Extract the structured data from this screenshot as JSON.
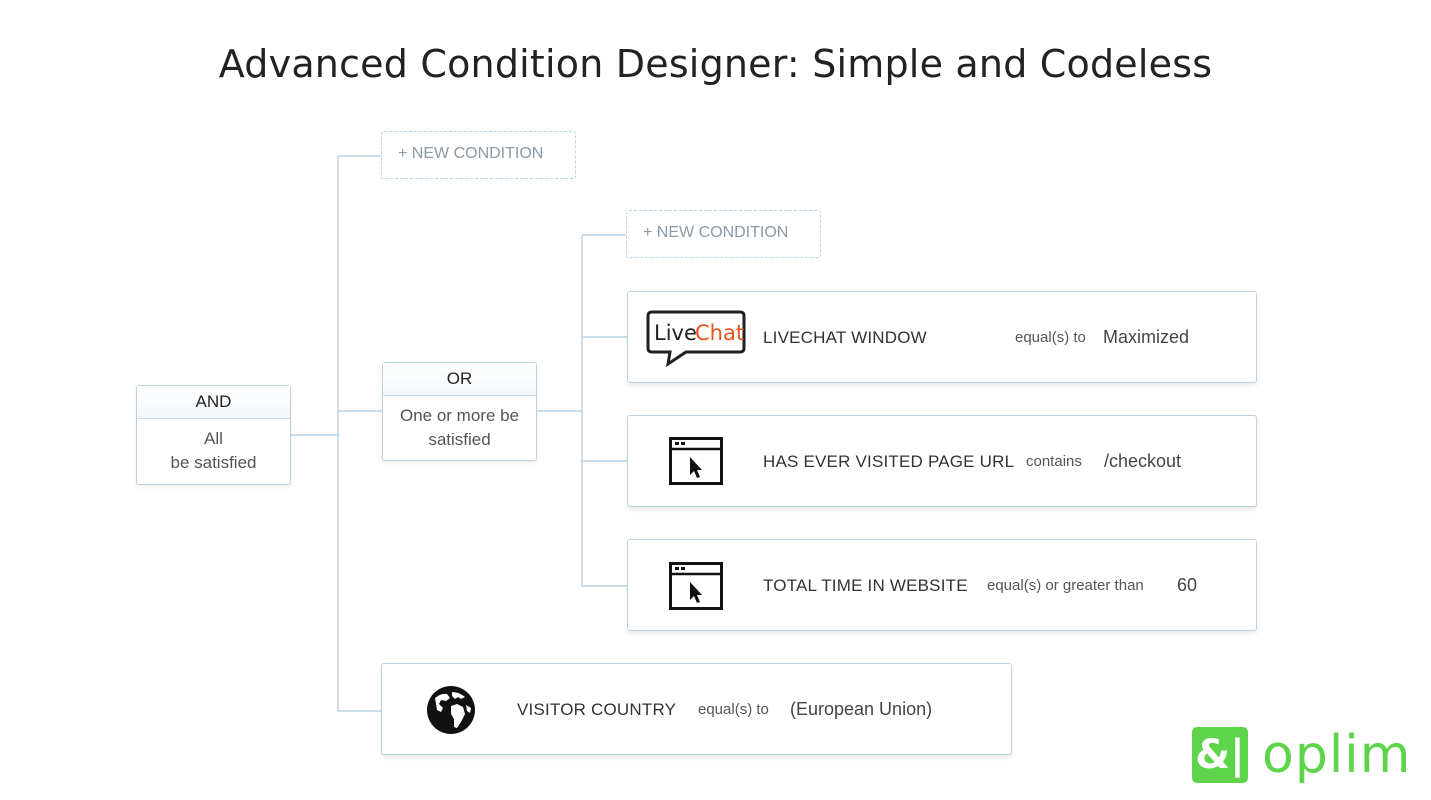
{
  "title": "Advanced Condition Designer: Simple and Codeless",
  "and_group": {
    "header": "AND",
    "line1": "All",
    "line2": "be satisfied"
  },
  "or_group": {
    "header": "OR",
    "line1": "One or more be",
    "line2": "satisfied"
  },
  "new_condition_label": "+ NEW CONDITION",
  "conditions": [
    {
      "icon": "livechat-logo-icon",
      "logo_text_a": "Live",
      "logo_text_b": "Chat",
      "field": "LIVECHAT WINDOW",
      "operator": "equal(s) to",
      "value": "Maximized"
    },
    {
      "icon": "browser-cursor-icon",
      "field": "HAS EVER VISITED PAGE URL",
      "operator": "contains",
      "value": "/checkout"
    },
    {
      "icon": "browser-cursor-icon",
      "field": "TOTAL TIME IN WEBSITE",
      "operator": "equal(s) or greater than",
      "value": "60"
    },
    {
      "icon": "globe-icon",
      "field": "VISITOR COUNTRY",
      "operator": "equal(s) to",
      "value": "(European Union)"
    }
  ],
  "brand": {
    "mark": "&|",
    "name": "oplim",
    "color": "#5dd44a"
  },
  "colors": {
    "connector": "#b9d3e6",
    "livechat_orange": "#e8541c"
  }
}
